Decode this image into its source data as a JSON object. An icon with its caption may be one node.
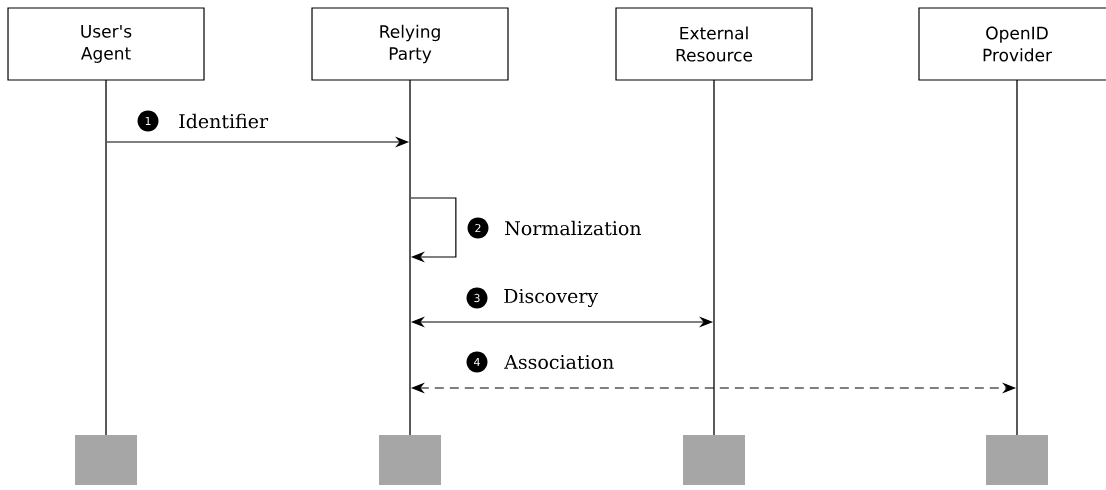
{
  "diagram": {
    "nodes": [
      {
        "text": [
          "User's Agent"
        ]
      },
      {
        "text": [
          "Relying Party"
        ]
      },
      {
        "text": [
          "External Resource"
        ]
      },
      {
        "text": [
          "OpenID Provider"
        ]
      },
      {
        "text": [],
        "shape": "bar"
      },
      {
        "text": [],
        "shape": "bar"
      },
      {
        "text": [],
        "shape": "bar"
      },
      {
        "text": [],
        "shape": "bar"
      },
      {
        "text": [],
        "shape": "box"
      },
      {
        "text": [],
        "shape": "box"
      },
      {
        "text": [],
        "shape": "box"
      },
      {
        "text": [],
        "shape": "box"
      }
    ],
    "edges": [
      {
        "from": 4,
        "to": 5,
        "arrow": "to",
        "label": "Identifier"
      },
      {
        "from": 5,
        "to": 5,
        "arrow": "to",
        "label": "Normalization"
      },
      {
        "from": 5,
        "to": 6,
        "arrow": "both",
        "label": "Discovery"
      },
      {
        "from": 5,
        "to": 7,
        "arrow": "both",
        "label": "Association",
        "style": "dashed"
      }
    ],
    "labels": [
      "1",
      "2",
      "3",
      "4"
    ]
  }
}
